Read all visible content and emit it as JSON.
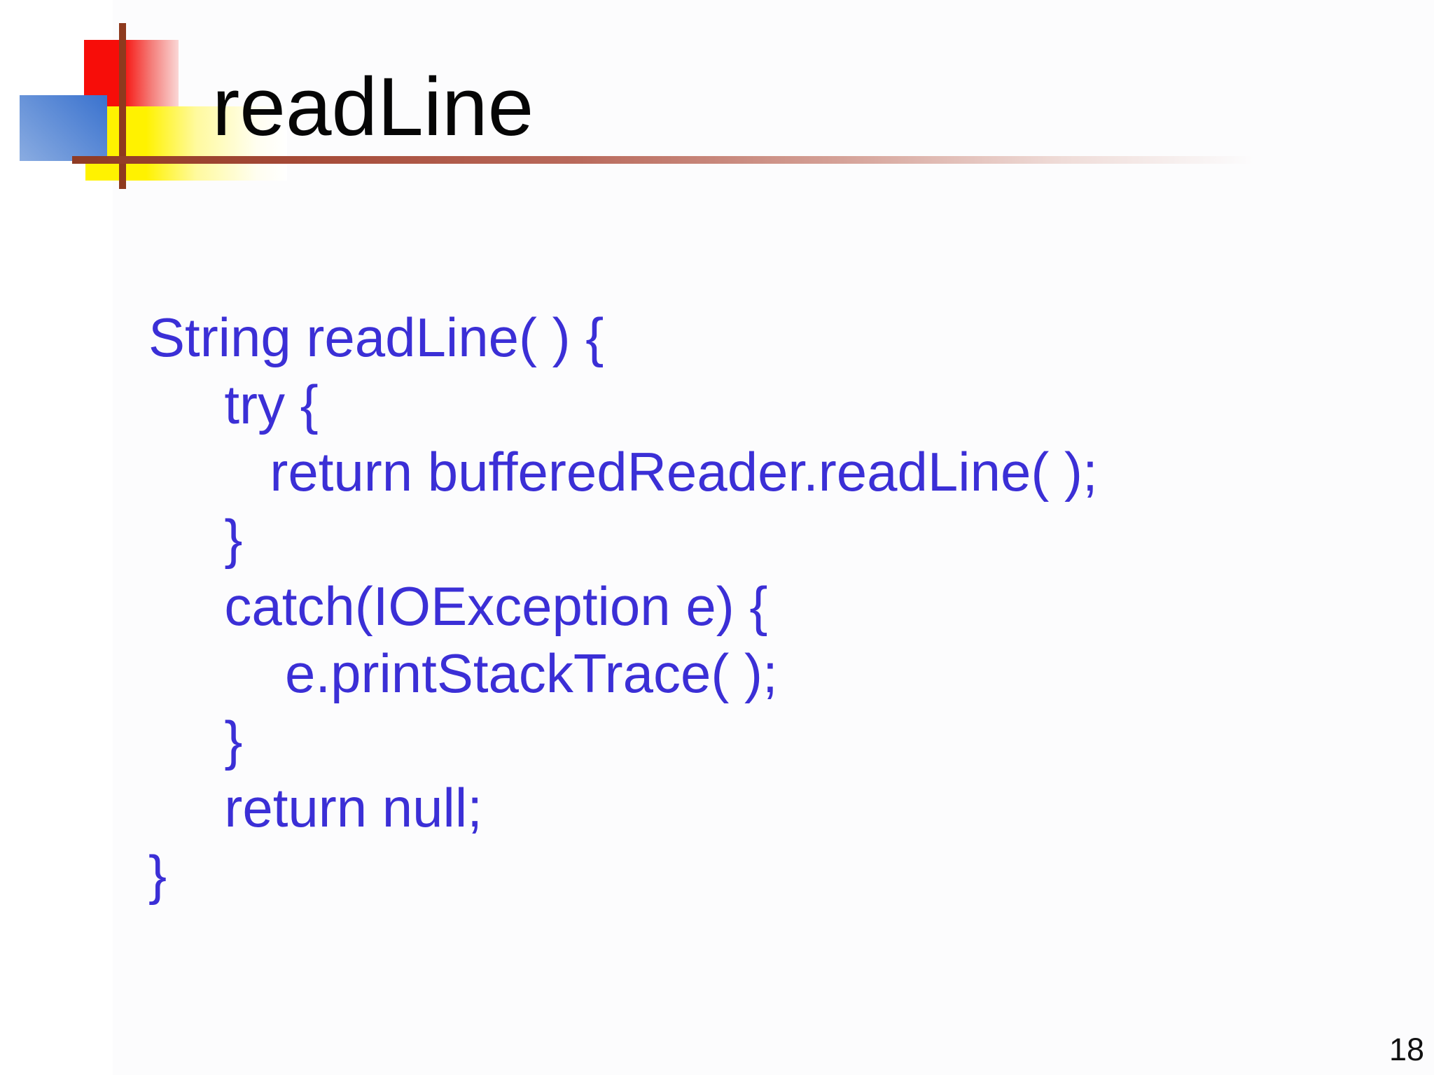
{
  "slide": {
    "title": "readLine",
    "page_number": "18",
    "code_lines": [
      "String readLine( ) {",
      "     try {",
      "        return bufferedReader.readLine( );",
      "     }",
      "     catch(IOException e) {",
      "         e.printStackTrace( );",
      "     }",
      "     return null;",
      "}"
    ],
    "colors": {
      "background": "#FFFFFF",
      "title_text": "#060606",
      "code_text": "#3B2FD6",
      "page_number_text": "#111111",
      "accent_red": "#F70D09",
      "accent_yellow": "#FFF200",
      "accent_blue": "#3A72CE",
      "accent_brick": "#8E3A1E"
    },
    "decoration_shapes": [
      "red-gradient-square",
      "yellow-gradient-square",
      "blue-gradient-square",
      "brick-vertical-line",
      "brick-horizontal-rule"
    ]
  }
}
